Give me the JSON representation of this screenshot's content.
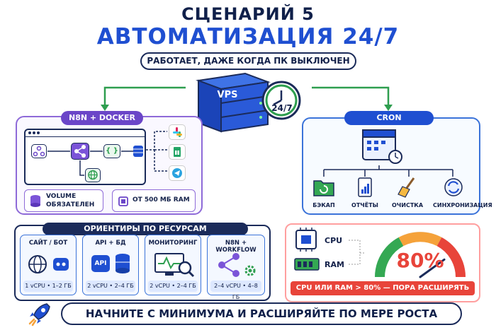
{
  "header": {
    "scenario": "СЦЕНАРИЙ 5",
    "title": "АВТОМАТИЗАЦИЯ 24/7",
    "subtitle": "РАБОТАЕТ, ДАЖЕ КОГДА ПК ВЫКЛЮЧЕН"
  },
  "server": {
    "label": "VPS",
    "clock_label": "24/7"
  },
  "n8n": {
    "title": "N8N + DOCKER",
    "volume_label": "VOLUME ОБЯЗАТЕЛЕН",
    "ram_label": "ОТ 500 МБ RAM",
    "node_code": "{ }",
    "integrations": [
      "slack-icon",
      "sheets-icon",
      "telegram-icon"
    ]
  },
  "cron": {
    "title": "CRON",
    "items": [
      {
        "label": "БЭКАП",
        "icon": "backup-folder-icon"
      },
      {
        "label": "ОТЧЁТЫ",
        "icon": "report-icon"
      },
      {
        "label": "ОЧИСТКА",
        "icon": "broom-icon"
      },
      {
        "label": "СИНХРОНИЗАЦИЯ",
        "icon": "sync-icon"
      }
    ]
  },
  "resources": {
    "title": "ОРИЕНТИРЫ ПО РЕСУРСАМ",
    "cards": [
      {
        "title": "САЙТ / БОТ",
        "spec": "1 vCPU • 1–2 ГБ"
      },
      {
        "title": "API + БД",
        "spec": "2 vCPU • 2–4 ГБ",
        "badge": "API"
      },
      {
        "title": "МОНИТОРИНГ",
        "spec": "2 vCPU • 2–4 ГБ"
      },
      {
        "title": "N8N + WORKFLOW",
        "spec": "2–4 vCPU • 4–8 ГБ"
      }
    ]
  },
  "monitor": {
    "cpu_label": "CPU",
    "ram_label": "RAM",
    "gauge_value": "80%",
    "gauge_fraction": 0.8,
    "alert": "CPU ИЛИ RAM > 80% — ПОРА РАСШИРЯТЬ"
  },
  "footer": {
    "text": "НАЧНИТЕ С МИНИМУМА И РАСШИРЯЙТЕ ПО МЕРЕ РОСТА"
  },
  "colors": {
    "navy": "#1b2b5a",
    "blue": "#1f4fd1",
    "purple": "#6b46c8",
    "green": "#2e9e4f",
    "red": "#e8443a",
    "orange": "#f5a23a"
  }
}
